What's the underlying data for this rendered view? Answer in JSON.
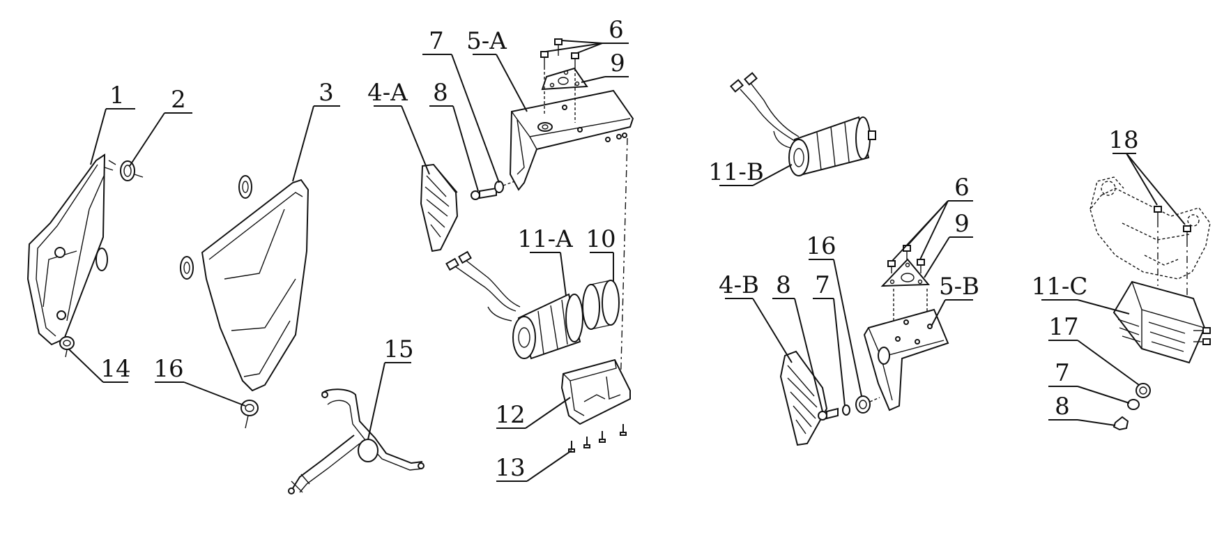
{
  "labels": {
    "l1": "1",
    "l2": "2",
    "l3": "3",
    "l4a": "4-A",
    "l5a": "5-A",
    "l6a": "6",
    "l7a": "7",
    "l8a": "8",
    "l9a": "9",
    "l10": "10",
    "l11a": "11-A",
    "l12": "12",
    "l13": "13",
    "l14": "14",
    "l15": "15",
    "l16a": "16",
    "l11b": "11-B",
    "l6b": "6",
    "l9b": "9",
    "l16b": "16",
    "l4b": "4-B",
    "l8b": "8",
    "l7b": "7",
    "l5b": "5-B",
    "l18": "18",
    "l11c": "11-C",
    "l17": "17",
    "l7c": "7",
    "l8c": "8"
  },
  "colors": {
    "ink": "#111111",
    "paper": "#ffffff"
  }
}
